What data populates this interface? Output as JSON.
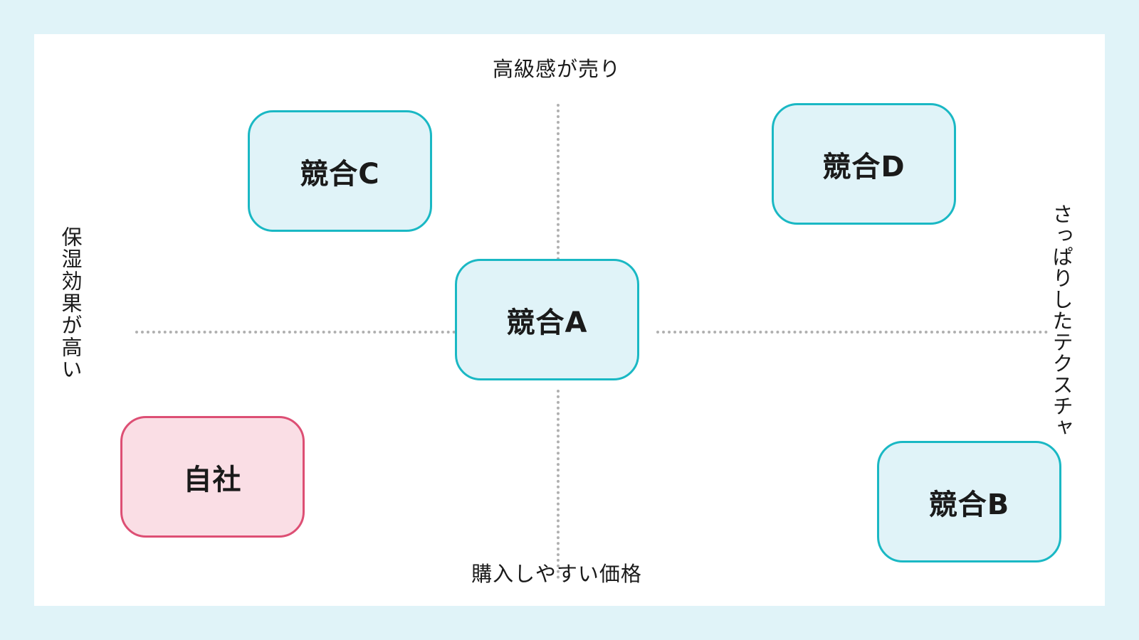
{
  "axes": {
    "top": "高級感が売り",
    "bottom": "購入しやすい価格",
    "left": "保湿効果が高い",
    "right": "さっぱりしたテクスチャ"
  },
  "items": {
    "competitor_c": "競合C",
    "competitor_d": "競合D",
    "competitor_a": "競合A",
    "own_company": "自社",
    "competitor_b": "競合B"
  },
  "colors": {
    "page_background": "#e0f3f8",
    "competitor_border": "#1ab8c4",
    "competitor_fill": "#e0f3f8",
    "own_border": "#dd4f74",
    "own_fill": "#fadee5",
    "axis_line": "#b0b0b0"
  }
}
